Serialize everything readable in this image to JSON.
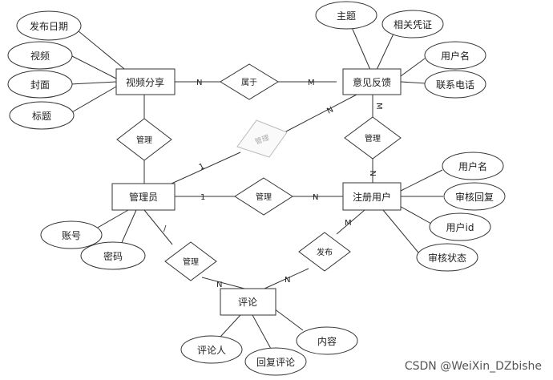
{
  "entities": {
    "video_share": "视频分享",
    "feedback": "意见反馈",
    "admin": "管理员",
    "reg_user": "注册用户",
    "comment": "评论"
  },
  "attributes": {
    "publish_date": "发布日期",
    "video": "视频",
    "cover": "封面",
    "title": "标题",
    "subject": "主题",
    "voucher": "相关凭证",
    "fb_username": "用户名",
    "phone": "联系电话",
    "ru_username": "用户名",
    "audit_reply": "审核回复",
    "user_id": "用户id",
    "audit_status": "审核状态",
    "account": "账号",
    "password": "密码",
    "commenter": "评论人",
    "reply": "回复评论",
    "content": "内容"
  },
  "relationships": {
    "belongs": "属于",
    "manage_vs": "管理",
    "manage_fb_faded": "管理",
    "manage_fb": "管理",
    "manage_ru": "管理",
    "manage_cm": "管理",
    "publish": "发布"
  },
  "cardinalities": {
    "c1": "N",
    "c2": "M",
    "c3": "N",
    "c4": "1",
    "c5": "M",
    "c6": "N",
    "c7": "1",
    "c8": "N",
    "c9": "/",
    "c10": "N",
    "c11": "N",
    "c12": "M"
  },
  "watermark": "CSDN @WeiXin_DZbishe"
}
